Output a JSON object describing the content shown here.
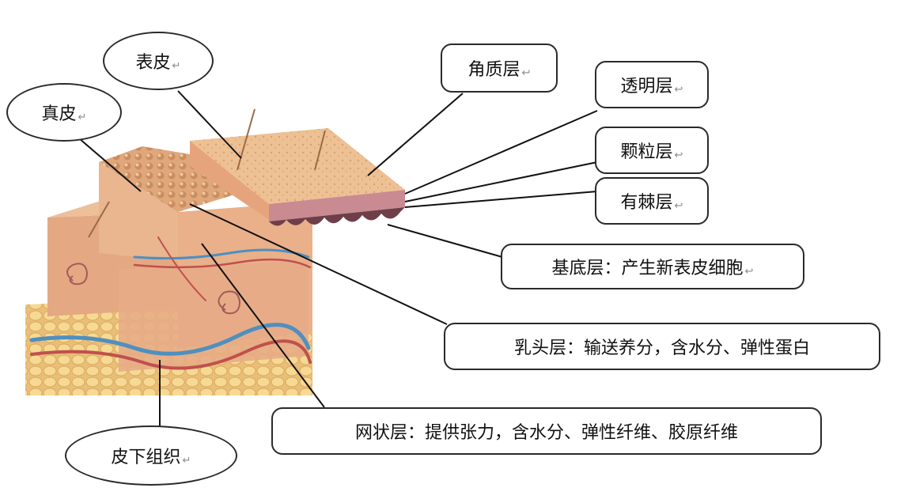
{
  "labels": {
    "epidermis": "表皮",
    "dermis": "真皮",
    "subcutaneous": "皮下组织",
    "stratum_corneum": "角质层",
    "stratum_lucidum": "透明层",
    "stratum_granulosum": "颗粒层",
    "stratum_spinosum": "有棘层",
    "stratum_basale": "基底层：产生新表皮细胞",
    "papillary_layer": "乳头层：输送养分，含水分、弹性蛋白",
    "reticular_layer": "网状层：提供张力，含水分、弹性纤维、胶原纤维"
  },
  "paragraph_mark": "↵",
  "return_mark": "↩",
  "colors": {
    "skin_surface": "#e9b98e",
    "skin_side": "#e6a47c",
    "epidermis_pink": "#c98a92",
    "basal_dark": "#6e3f48",
    "fat": "#f0cf8a",
    "artery": "#c0504d",
    "vein": "#4f8fc0",
    "line": "#111111"
  }
}
